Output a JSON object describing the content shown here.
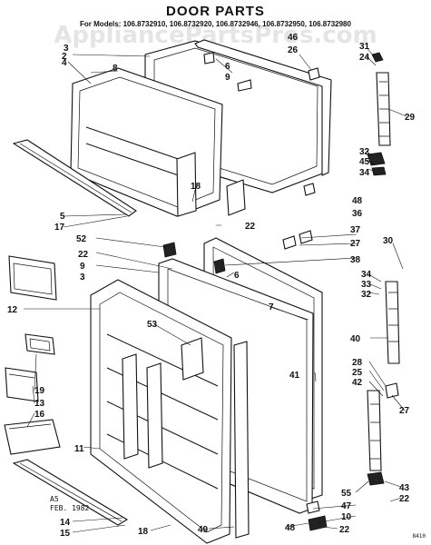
{
  "header": {
    "title": "DOOR PARTS",
    "models": "For Models: 106.8732910, 106.8732920, 106.8732946, 106.8732950, 106.8732980"
  },
  "watermark": "AppliancePartsPros.com",
  "stamp": {
    "line1": "A5",
    "line2": "FEB. 1982"
  },
  "corner_code": "8410",
  "callouts": [
    "2",
    "46",
    "26",
    "31",
    "24",
    "3",
    "6",
    "9",
    "4",
    "29",
    "8",
    "32",
    "45",
    "34",
    "18",
    "5",
    "17",
    "48",
    "22",
    "36",
    "37",
    "52",
    "27",
    "30",
    "22",
    "38",
    "9",
    "6",
    "3",
    "34",
    "33",
    "32",
    "7",
    "12",
    "53",
    "40",
    "41",
    "28",
    "25",
    "42",
    "19",
    "13",
    "16",
    "27",
    "11",
    "55",
    "43",
    "47",
    "22",
    "10",
    "14",
    "15",
    "18",
    "49",
    "48",
    "22"
  ]
}
